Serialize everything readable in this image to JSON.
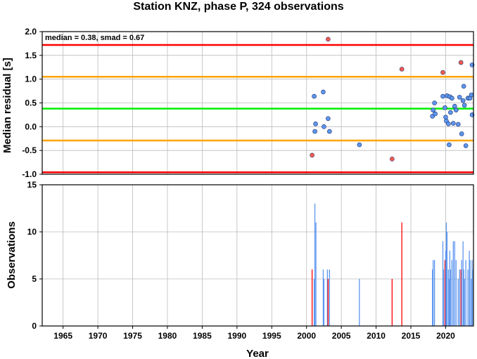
{
  "colors": {
    "outlier": "#ff5a4e",
    "inlier": "#5e96ef",
    "median_line": "#00ee00",
    "smad_line": "#ffa500",
    "limit_line": "#ff0000",
    "grid": "#bbbbbb"
  },
  "chart_data": [
    {
      "type": "scatter",
      "title": "Station KNZ, phase P, 324 observations",
      "ylabel": "Median residual [s]",
      "annotation": "median = 0.38, smad = 0.67",
      "xlim": [
        1962,
        2024
      ],
      "ylim": [
        -1.0,
        2.0
      ],
      "y_ticks": [
        "-1.0",
        "-0.5",
        "0.0",
        "0.5",
        "1.0",
        "1.5",
        "2.0"
      ],
      "grid": true,
      "hlines": [
        {
          "y": 0.38,
          "color": "#00ee00",
          "role": "median"
        },
        {
          "y": 1.05,
          "color": "#ffa500",
          "role": "+1 smad"
        },
        {
          "y": -0.29,
          "color": "#ffa500",
          "role": "-1 smad"
        },
        {
          "y": 1.72,
          "color": "#ff0000",
          "role": "+2 smad"
        },
        {
          "y": -0.96,
          "color": "#ff0000",
          "role": "-2 smad"
        }
      ],
      "points": [
        {
          "x": 2000.8,
          "y": -0.6,
          "outlier": true
        },
        {
          "x": 2001.1,
          "y": 0.64,
          "outlier": false
        },
        {
          "x": 2001.3,
          "y": 0.06,
          "outlier": false
        },
        {
          "x": 2001.2,
          "y": -0.1,
          "outlier": false
        },
        {
          "x": 2002.4,
          "y": 0.73,
          "outlier": false
        },
        {
          "x": 2002.5,
          "y": 0.0,
          "outlier": false
        },
        {
          "x": 2003.1,
          "y": 0.17,
          "outlier": false
        },
        {
          "x": 2003.3,
          "y": -0.1,
          "outlier": false
        },
        {
          "x": 2003.1,
          "y": 1.84,
          "outlier": true
        },
        {
          "x": 2007.6,
          "y": -0.38,
          "outlier": false
        },
        {
          "x": 2012.3,
          "y": -0.68,
          "outlier": true
        },
        {
          "x": 2013.7,
          "y": 1.21,
          "outlier": true
        },
        {
          "x": 2018.1,
          "y": 0.22,
          "outlier": false
        },
        {
          "x": 2018.2,
          "y": 0.35,
          "outlier": false
        },
        {
          "x": 2018.4,
          "y": 0.5,
          "outlier": false
        },
        {
          "x": 2018.5,
          "y": 0.27,
          "outlier": false
        },
        {
          "x": 2019.6,
          "y": 1.14,
          "outlier": true
        },
        {
          "x": 2019.6,
          "y": 0.64,
          "outlier": false
        },
        {
          "x": 2019.9,
          "y": 0.4,
          "outlier": false
        },
        {
          "x": 2020.0,
          "y": 0.2,
          "outlier": false
        },
        {
          "x": 2020.1,
          "y": 0.12,
          "outlier": false
        },
        {
          "x": 2020.2,
          "y": 0.65,
          "outlier": false
        },
        {
          "x": 2020.4,
          "y": 0.06,
          "outlier": false
        },
        {
          "x": 2020.5,
          "y": -0.38,
          "outlier": false
        },
        {
          "x": 2020.6,
          "y": 0.63,
          "outlier": false
        },
        {
          "x": 2020.7,
          "y": 0.3,
          "outlier": false
        },
        {
          "x": 2020.9,
          "y": 0.6,
          "outlier": false
        },
        {
          "x": 2021.1,
          "y": 0.07,
          "outlier": false
        },
        {
          "x": 2021.3,
          "y": 0.43,
          "outlier": false
        },
        {
          "x": 2021.5,
          "y": 0.35,
          "outlier": false
        },
        {
          "x": 2021.8,
          "y": 0.05,
          "outlier": false
        },
        {
          "x": 2022.0,
          "y": 0.62,
          "outlier": false
        },
        {
          "x": 2022.2,
          "y": 1.35,
          "outlier": true
        },
        {
          "x": 2022.3,
          "y": -0.15,
          "outlier": false
        },
        {
          "x": 2022.5,
          "y": 0.55,
          "outlier": false
        },
        {
          "x": 2022.6,
          "y": 0.85,
          "outlier": false
        },
        {
          "x": 2022.7,
          "y": 0.45,
          "outlier": false
        },
        {
          "x": 2022.9,
          "y": -0.4,
          "outlier": false
        },
        {
          "x": 2023.2,
          "y": 0.6,
          "outlier": false
        },
        {
          "x": 2023.5,
          "y": 0.6,
          "outlier": false
        },
        {
          "x": 2023.7,
          "y": 0.67,
          "outlier": false
        },
        {
          "x": 2023.8,
          "y": 1.3,
          "outlier": false
        },
        {
          "x": 2023.9,
          "y": 0.25,
          "outlier": false
        }
      ]
    },
    {
      "type": "bar",
      "xlabel": "Year",
      "ylabel": "Observations",
      "xlim": [
        1962,
        2024
      ],
      "ylim": [
        0,
        15
      ],
      "x_ticks": [
        "1965",
        "1970",
        "1975",
        "1980",
        "1985",
        "1990",
        "1995",
        "2000",
        "2005",
        "2010",
        "2015",
        "2020"
      ],
      "y_ticks": [
        "0",
        "5",
        "10",
        "15"
      ],
      "grid": true,
      "bars": [
        {
          "x": 2000.8,
          "value": 6,
          "outlier": true
        },
        {
          "x": 2001.1,
          "value": 5,
          "outlier": false
        },
        {
          "x": 2001.2,
          "value": 13,
          "outlier": false
        },
        {
          "x": 2001.35,
          "value": 11,
          "outlier": false
        },
        {
          "x": 2002.4,
          "value": 6,
          "outlier": false
        },
        {
          "x": 2002.5,
          "value": 5,
          "outlier": false
        },
        {
          "x": 2003.0,
          "value": 6,
          "outlier": false
        },
        {
          "x": 2003.1,
          "value": 5,
          "outlier": true
        },
        {
          "x": 2003.3,
          "value": 6,
          "outlier": false
        },
        {
          "x": 2007.6,
          "value": 5,
          "outlier": false
        },
        {
          "x": 2012.3,
          "value": 5,
          "outlier": true
        },
        {
          "x": 2013.7,
          "value": 11,
          "outlier": true
        },
        {
          "x": 2018.1,
          "value": 6,
          "outlier": false
        },
        {
          "x": 2018.2,
          "value": 7,
          "outlier": false
        },
        {
          "x": 2018.4,
          "value": 7,
          "outlier": false
        },
        {
          "x": 2019.6,
          "value": 9,
          "outlier": false
        },
        {
          "x": 2019.7,
          "value": 6,
          "outlier": false
        },
        {
          "x": 2019.9,
          "value": 7,
          "outlier": true
        },
        {
          "x": 2020.0,
          "value": 8,
          "outlier": false
        },
        {
          "x": 2020.1,
          "value": 11,
          "outlier": false
        },
        {
          "x": 2020.2,
          "value": 10,
          "outlier": false
        },
        {
          "x": 2020.4,
          "value": 6,
          "outlier": false
        },
        {
          "x": 2020.5,
          "value": 5,
          "outlier": false
        },
        {
          "x": 2020.6,
          "value": 8,
          "outlier": false
        },
        {
          "x": 2020.7,
          "value": 6,
          "outlier": false
        },
        {
          "x": 2020.9,
          "value": 7,
          "outlier": false
        },
        {
          "x": 2021.1,
          "value": 9,
          "outlier": false
        },
        {
          "x": 2021.3,
          "value": 9,
          "outlier": false
        },
        {
          "x": 2021.5,
          "value": 7,
          "outlier": false
        },
        {
          "x": 2021.8,
          "value": 5,
          "outlier": false
        },
        {
          "x": 2022.0,
          "value": 6,
          "outlier": false
        },
        {
          "x": 2022.2,
          "value": 6,
          "outlier": true
        },
        {
          "x": 2022.3,
          "value": 7,
          "outlier": false
        },
        {
          "x": 2022.5,
          "value": 9,
          "outlier": false
        },
        {
          "x": 2022.6,
          "value": 6,
          "outlier": false
        },
        {
          "x": 2022.7,
          "value": 5,
          "outlier": false
        },
        {
          "x": 2022.9,
          "value": 7,
          "outlier": false
        },
        {
          "x": 2023.2,
          "value": 6,
          "outlier": false
        },
        {
          "x": 2023.4,
          "value": 8,
          "outlier": false
        },
        {
          "x": 2023.5,
          "value": 7,
          "outlier": false
        },
        {
          "x": 2023.7,
          "value": 5,
          "outlier": false
        },
        {
          "x": 2023.8,
          "value": 7,
          "outlier": false
        },
        {
          "x": 2023.9,
          "value": 6,
          "outlier": false
        }
      ]
    }
  ]
}
